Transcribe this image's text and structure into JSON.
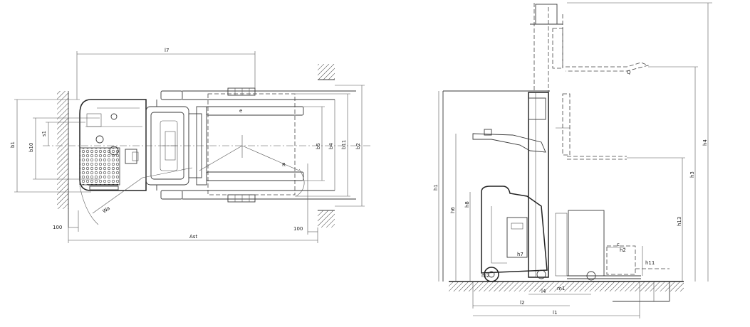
{
  "top_view": {
    "dims": {
      "l7": "l7",
      "b1": "b1",
      "b10": "b10",
      "s1": "s1",
      "b5": "b5",
      "b4": "b4",
      "b11": "b11",
      "b2": "b2",
      "wa": "Wa",
      "r": "R",
      "e": "e",
      "left_100": "100",
      "right_100": "100",
      "ast": "Ast"
    }
  },
  "side_view": {
    "dims": {
      "h6": "h6",
      "h8": "h8",
      "h4": "h4",
      "h1": "h1",
      "h3": "h3",
      "h13": "h13",
      "h11": "h11",
      "h2": "h2",
      "h7": "h7",
      "l1": "l1",
      "l2": "l2",
      "m1": "m1",
      "m2": "m2",
      "l4": "l4",
      "c": "c",
      "q": "Q"
    }
  }
}
